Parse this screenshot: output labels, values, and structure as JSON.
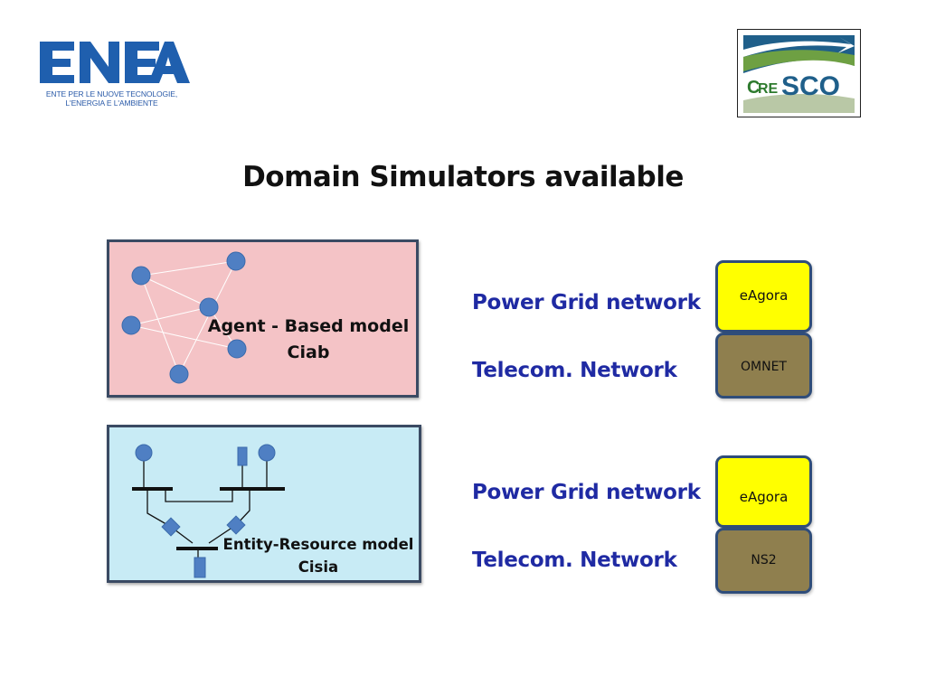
{
  "header": {
    "enea_logo_text": "ENEA",
    "enea_tagline_1": "ENTE PER LE NUOVE TECNOLOGIE,",
    "enea_tagline_2": "L'ENERGIA E L'AMBIENTE",
    "cresco_logo_text": "CRESCO"
  },
  "title": "Domain Simulators available",
  "models": [
    {
      "label_line1": "Agent - Based model",
      "label_line2": "Ciab",
      "background": "#f4c3c6",
      "networks": [
        {
          "label": "Power Grid network",
          "simulator": "eAgora",
          "color": "#ffff00"
        },
        {
          "label": "Telecom. Network",
          "simulator": "OMNET",
          "color": "#8f7f4e"
        }
      ]
    },
    {
      "label_line1": "Entity-Resource model",
      "label_line2": "Cisia",
      "background": "#c8ebf5",
      "networks": [
        {
          "label": "Power Grid network",
          "simulator": "eAgora",
          "color": "#ffff00"
        },
        {
          "label": "Telecom. Network",
          "simulator": "NS2",
          "color": "#8f7f4e"
        }
      ]
    }
  ],
  "colors": {
    "node": "#4f7fc3",
    "network_text": "#1f2aa3",
    "box_border": "#3a4a63"
  }
}
